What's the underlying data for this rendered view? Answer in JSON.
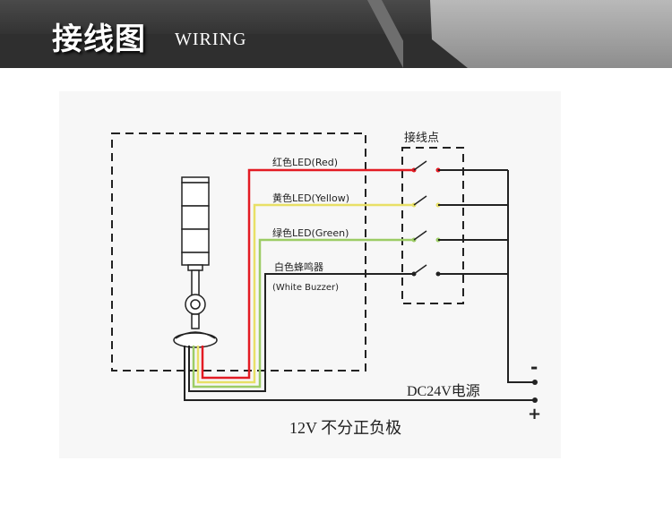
{
  "header": {
    "title_cn": "接线图",
    "title_en": "WIRING"
  },
  "diagram": {
    "connection_point_label": "接线点",
    "wires": [
      {
        "label": "红色LED(Red)",
        "color": "#e31b23"
      },
      {
        "label": "黄色LED(Yellow)",
        "color": "#e8e066"
      },
      {
        "label": "绿色LED(Green)",
        "color": "#9ccc65"
      },
      {
        "label": "白色蜂鸣器",
        "label2": "(White Buzzer)",
        "color": "#222222"
      }
    ],
    "power_label": "DC24V电源",
    "note": "12V 不分正负极",
    "minus_sign": "-",
    "plus_sign": "+"
  }
}
